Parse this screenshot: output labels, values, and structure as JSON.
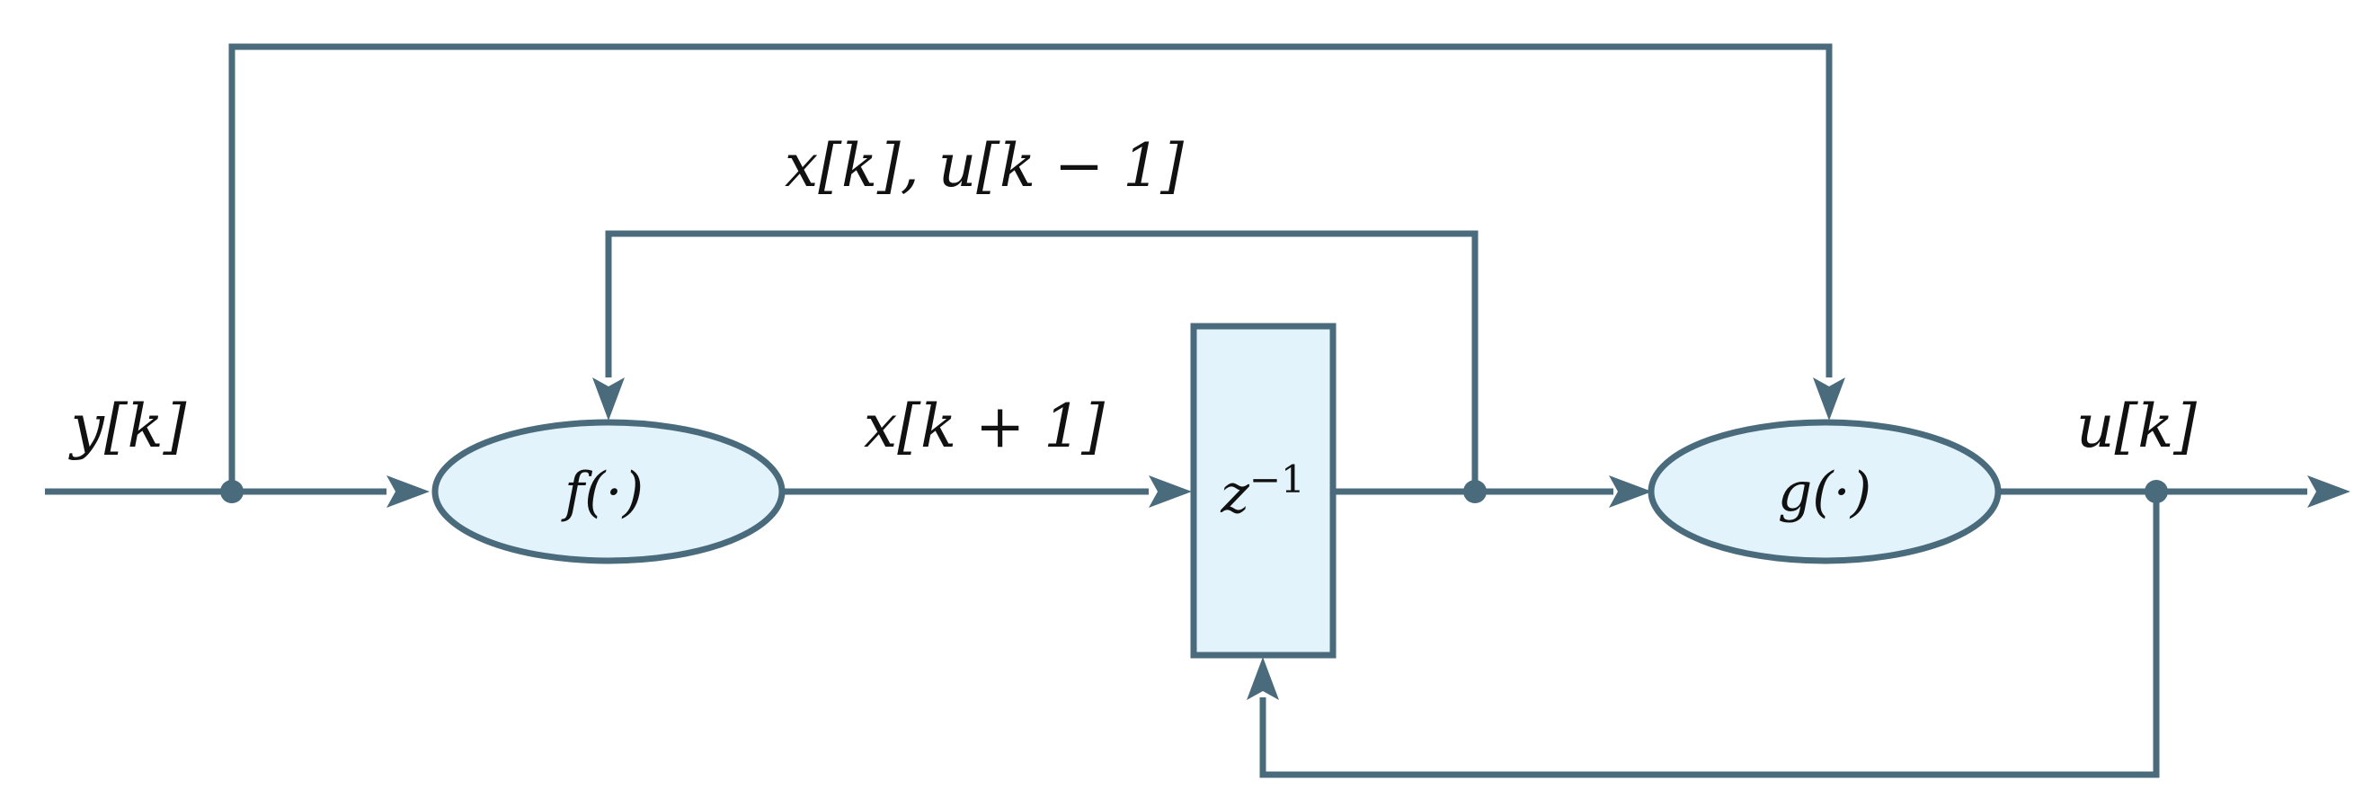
{
  "diagram": {
    "labels": {
      "input": "y[k]",
      "state_next": "x[k + 1]",
      "feedback": "x[k], u[k − 1]",
      "output": "u[k]"
    },
    "blocks": {
      "f": "f(·)",
      "delay_base": "z",
      "delay_exp": "−1",
      "g": "g(·)"
    },
    "colors": {
      "line": "#4a6b7c",
      "block_fill": "#e2f3fc",
      "text": "#111111"
    }
  }
}
